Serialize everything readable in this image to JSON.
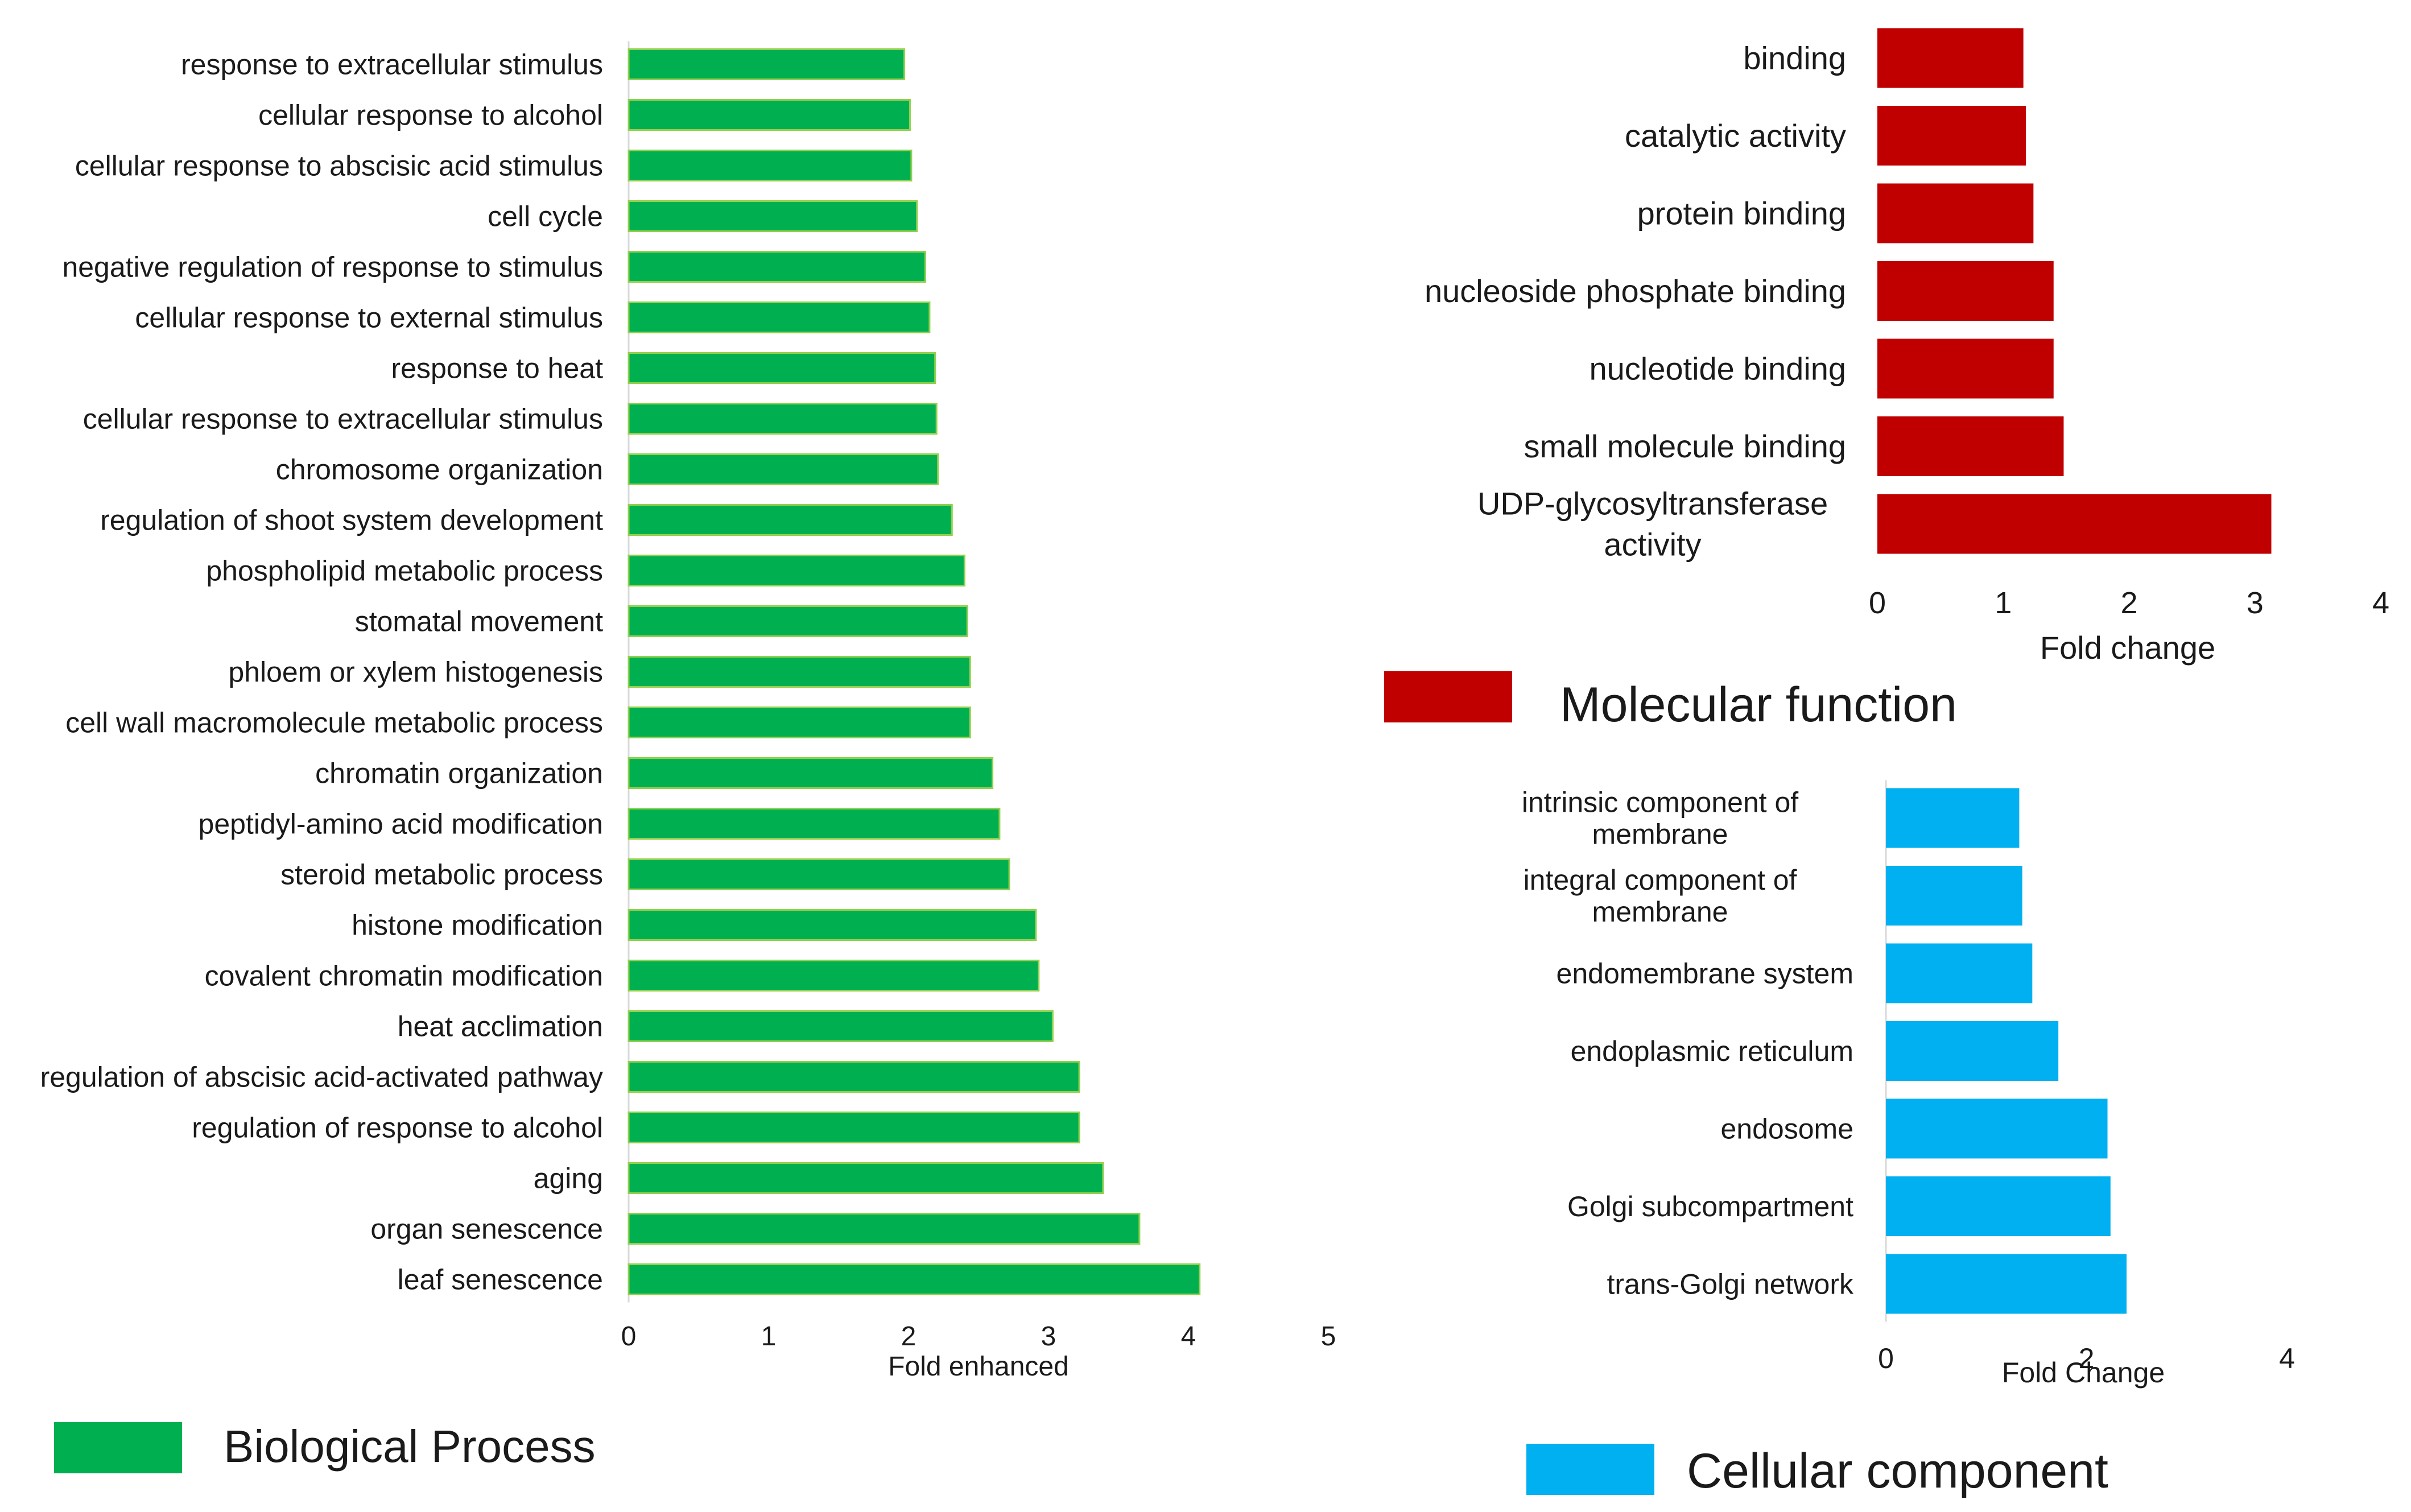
{
  "chart_data": [
    {
      "type": "bar",
      "orientation": "horizontal",
      "color": "#00b050",
      "edge_color": "#92d050",
      "categories": [
        "response to extracellular stimulus",
        "cellular response to alcohol",
        "cellular response to abscisic acid stimulus",
        "cell cycle",
        "negative regulation of response to stimulus",
        "cellular response to external stimulus",
        "response to heat",
        "cellular response to extracellular stimulus",
        "chromosome organization",
        "regulation of shoot system development",
        "phospholipid metabolic process",
        "stomatal movement",
        "phloem or xylem histogenesis",
        "cell wall macromolecule metabolic process",
        "chromatin organization",
        "peptidyl-amino acid modification",
        "steroid metabolic process",
        "histone modification",
        "covalent chromatin modification",
        "heat acclimation",
        "regulation of abscisic acid-activated pathway",
        "regulation of response to alcohol",
        "aging",
        "organ senescence",
        "leaf senescence"
      ],
      "values": [
        1.97,
        2.01,
        2.02,
        2.06,
        2.12,
        2.15,
        2.19,
        2.2,
        2.21,
        2.31,
        2.4,
        2.42,
        2.44,
        2.44,
        2.6,
        2.65,
        2.72,
        2.91,
        2.93,
        3.03,
        3.22,
        3.22,
        3.39,
        3.65,
        4.08
      ],
      "xlim": [
        0,
        5
      ],
      "xticks": [
        "0",
        "1",
        "2",
        "3",
        "4",
        "5"
      ],
      "xlabel": "Fold enhanced",
      "legend_label": "Biological Process"
    },
    {
      "type": "bar",
      "orientation": "horizontal",
      "color": "#c00000",
      "categories": [
        "binding",
        "catalytic activity",
        "protein binding",
        "nucleoside phosphate binding",
        "nucleotide binding",
        "small molecule binding",
        [
          "UDP-glycosyltransferase",
          "activity"
        ]
      ],
      "values": [
        1.16,
        1.18,
        1.24,
        1.4,
        1.4,
        1.48,
        3.13
      ],
      "xlim": [
        0,
        4
      ],
      "xticks": [
        "0",
        "1",
        "2",
        "3",
        "4"
      ],
      "xlabel": "Fold change",
      "legend_label": "Molecular function"
    },
    {
      "type": "bar",
      "orientation": "horizontal",
      "color": "#00b0f0",
      "categories": [
        [
          "intrinsic component of",
          "membrane"
        ],
        [
          "integral component of",
          "membrane"
        ],
        "endomembrane system",
        "endoplasmic reticulum",
        "endosome",
        "Golgi subcompartment",
        "trans-Golgi network"
      ],
      "values": [
        1.33,
        1.36,
        1.46,
        1.72,
        2.21,
        2.24,
        2.4
      ],
      "xlim": [
        0,
        4
      ],
      "xticks": [
        "0",
        "2",
        "4"
      ],
      "xlabel": "Fold Change",
      "legend_label": "Cellular component"
    }
  ]
}
